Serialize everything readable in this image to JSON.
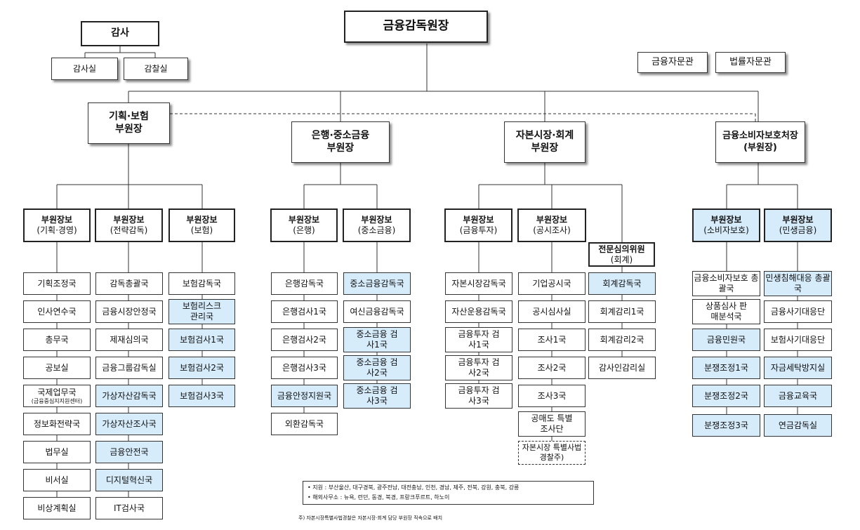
{
  "top": {
    "governor": "금융감독원장"
  },
  "audit": {
    "title": "감사",
    "units": [
      "감사실",
      "감찰실"
    ]
  },
  "advisors": [
    "금융자문관",
    "법률자문관"
  ],
  "deputies": {
    "planning": [
      "기획·보험",
      "부원장"
    ],
    "banking": [
      "은행·중소금융",
      "부원장"
    ],
    "capital": [
      "자본시장·회계",
      "부원장"
    ],
    "consumer": [
      "금융소비자보호처장",
      "(부원장)"
    ]
  },
  "assistants": {
    "a1": [
      "부원장보",
      "(기획·경영)"
    ],
    "a2": [
      "부원장보",
      "(전략감독)"
    ],
    "a3": [
      "부원장보",
      "(보험)"
    ],
    "a4": [
      "부원장보",
      "(은행)"
    ],
    "a5": [
      "부원장보",
      "(중소금융)"
    ],
    "a6": [
      "부원장보",
      "(금융투자)"
    ],
    "a7": [
      "부원장보",
      "(공시조사)"
    ],
    "a8": [
      "전문심의위원",
      "(회계)"
    ],
    "a9": [
      "부원장보",
      "(소비자보호)"
    ],
    "a10": [
      "부원장보",
      "(민생금융)"
    ]
  },
  "departments": {
    "c1": [
      "기획조정국",
      "인사연수국",
      "총무국",
      "공보실",
      "국제업무국",
      "정보화전략국",
      "법무실",
      "비서실",
      "비상계획실"
    ],
    "c1_note": "(금융중심지지원센터)",
    "c2": [
      "감독총괄국",
      "금융시장안정국",
      "제재심의국",
      "금융그룹감독실",
      "가상자산감독국",
      "가상자산조사국",
      "금융안전국",
      "디지털혁신국",
      "IT검사국"
    ],
    "c3": [
      "보험감독국",
      "보험리스크 관리국",
      "보험검사1국",
      "보험검사2국",
      "보험검사3국"
    ],
    "c4": [
      "은행감독국",
      "은행검사1국",
      "은행검사2국",
      "은행검사3국",
      "금융안정지원국",
      "외환감독국"
    ],
    "c5": [
      "중소금융감독국",
      "여신금융감독국",
      "중소금융 검사1국",
      "중소금융 검사2국",
      "중소금융 검사3국"
    ],
    "c6": [
      "자본시장감독국",
      "자산운용감독국",
      "금융투자 검사1국",
      "금융투자 검사2국",
      "금융투자 검사3국"
    ],
    "c7": [
      "기업공시국",
      "공시심사실",
      "조사1국",
      "조사2국",
      "조사3국",
      "공매도 특별조사단",
      "자본시장 특별사법경찰주)"
    ],
    "c8": [
      "회계감독국",
      "회계감리1국",
      "회계감리2국",
      "감사인감리실"
    ],
    "c9": [
      "금융소비자보호 총괄국",
      "상품심사 판매분석국",
      "금융민원국",
      "분쟁조정1국",
      "분쟁조정2국",
      "분쟁조정3국"
    ],
    "c10": [
      "민생침해대응 총괄국",
      "금융사기대응단",
      "보험사기대응단",
      "자금세탁방지실",
      "금융교육국",
      "연금감독실"
    ]
  },
  "notes": {
    "branches": "• 지원 : 부산울산, 대구경북, 광주전남, 대전충남, 인천, 경남, 제주, 전북, 강원, 충북, 강릉",
    "overseas": "• 해외사무소 :  뉴욕, 런던, 동경, 북경, 프랑크푸르트, 하노이",
    "footnote": "주) 자본시장특별사법경찰은 자본시장·회계 담당 부원장 직속으로 배치"
  },
  "colors": {
    "highlight": "#d6ecfb",
    "border": "#333333"
  }
}
